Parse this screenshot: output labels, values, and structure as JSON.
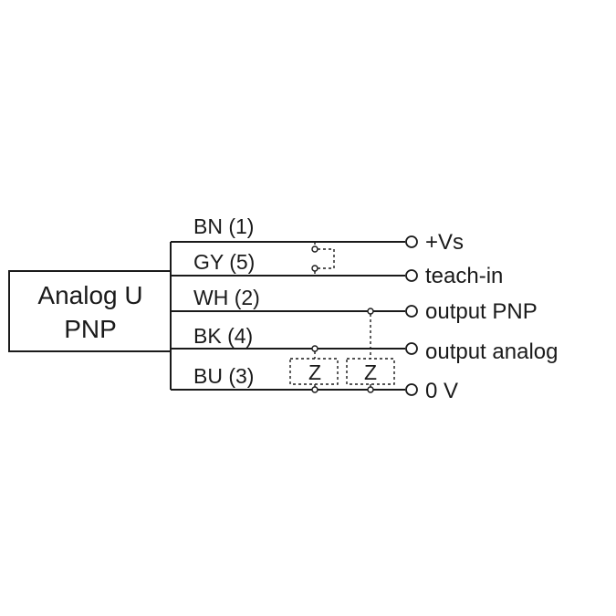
{
  "device": {
    "line1": "Analog U",
    "line2": "PNP"
  },
  "wires": [
    {
      "label": "BN (1)",
      "terminal": "+Vs"
    },
    {
      "label": "GY (5)",
      "terminal": "teach-in"
    },
    {
      "label": "WH (2)",
      "terminal": "output PNP"
    },
    {
      "label": "BK (4)",
      "terminal": "output analog"
    },
    {
      "label": "BU (3)",
      "terminal": "0 V"
    }
  ],
  "loads": [
    {
      "label": "Z"
    },
    {
      "label": "Z"
    }
  ]
}
